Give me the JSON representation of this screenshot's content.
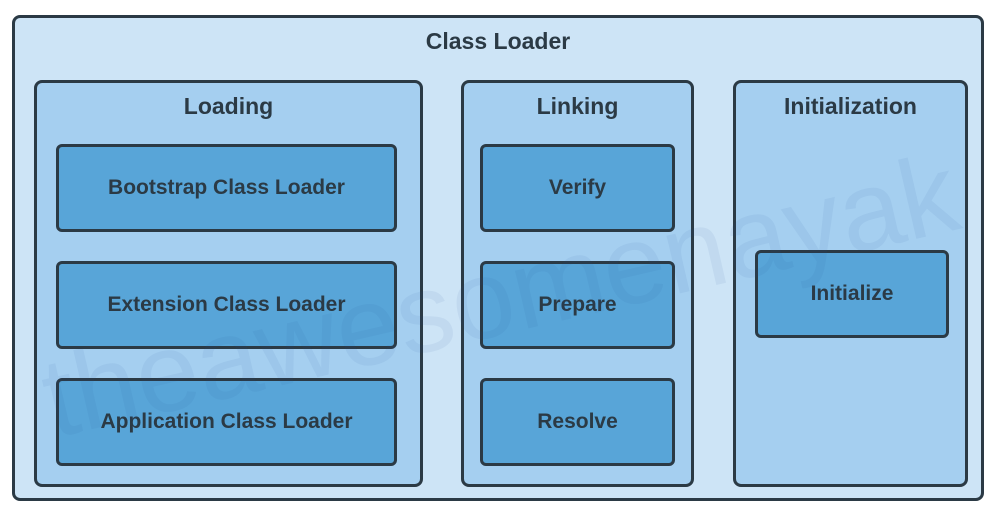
{
  "diagram": {
    "title": "Class Loader",
    "loading": {
      "title": "Loading",
      "items": [
        "Bootstrap Class Loader",
        "Extension Class Loader",
        "Application Class Loader"
      ]
    },
    "linking": {
      "title": "Linking",
      "items": [
        "Verify",
        "Prepare",
        "Resolve"
      ]
    },
    "initialization": {
      "title": "Initialization",
      "items": [
        "Initialize"
      ]
    },
    "watermark": "theawesomenayak"
  },
  "colors": {
    "outer_fill": "#cde4f6",
    "panel_fill": "#a5cff0",
    "box_fill": "#58a5d8",
    "stroke": "#2b3a45"
  }
}
